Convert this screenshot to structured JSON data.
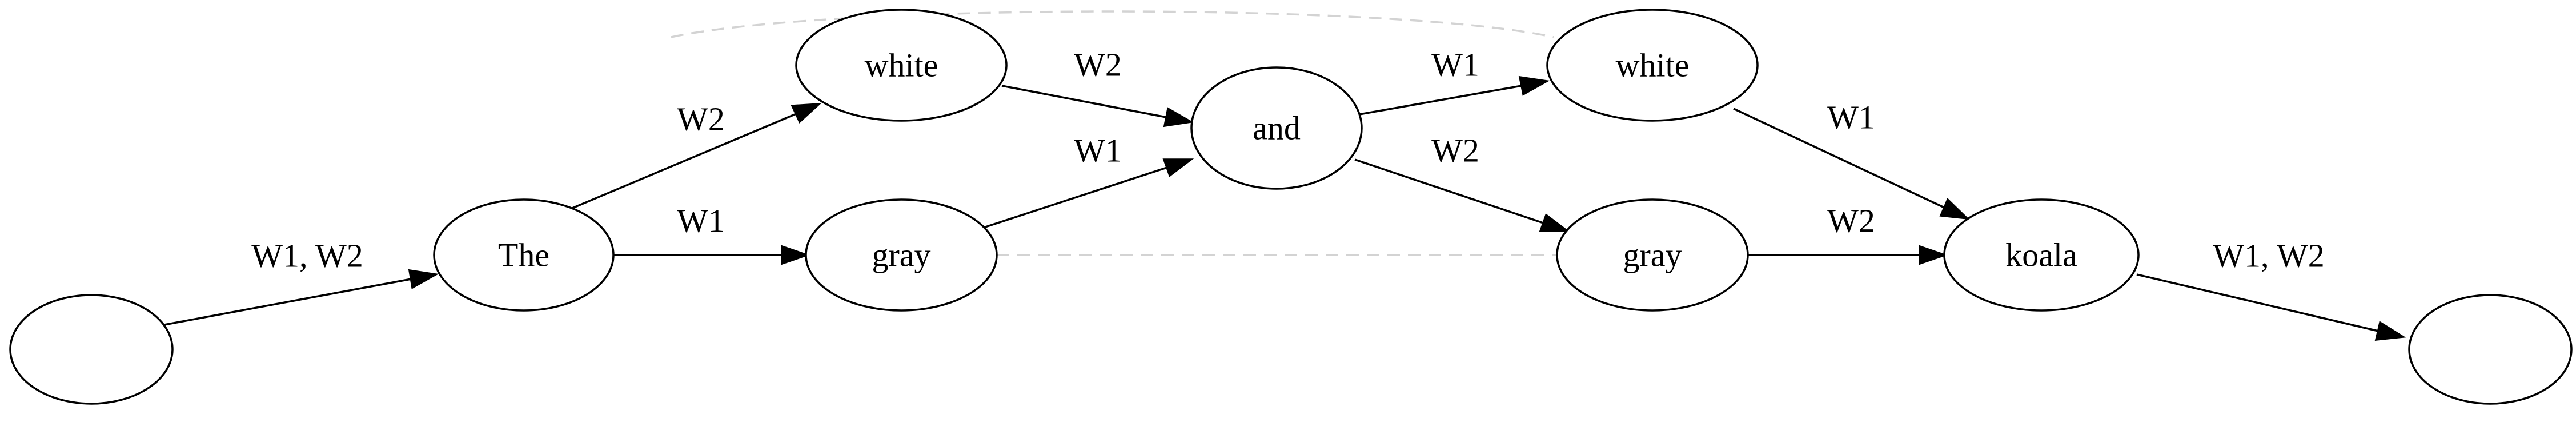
{
  "nodes": {
    "start": "",
    "the": "The",
    "white1": "white",
    "gray1": "gray",
    "and": "and",
    "white2": "white",
    "gray2": "gray",
    "koala": "koala",
    "end": ""
  },
  "edges": {
    "start_the": "W1, W2",
    "the_white1": "W2",
    "the_gray1": "W1",
    "white1_and": "W2",
    "gray1_and": "W1",
    "and_white2": "W1",
    "and_gray2": "W2",
    "white2_koala": "W1",
    "gray2_koala": "W2",
    "koala_end": "W1, W2"
  },
  "colors": {
    "stroke": "#000000",
    "dashed_link": "#d3d3d3",
    "background": "#ffffff"
  }
}
